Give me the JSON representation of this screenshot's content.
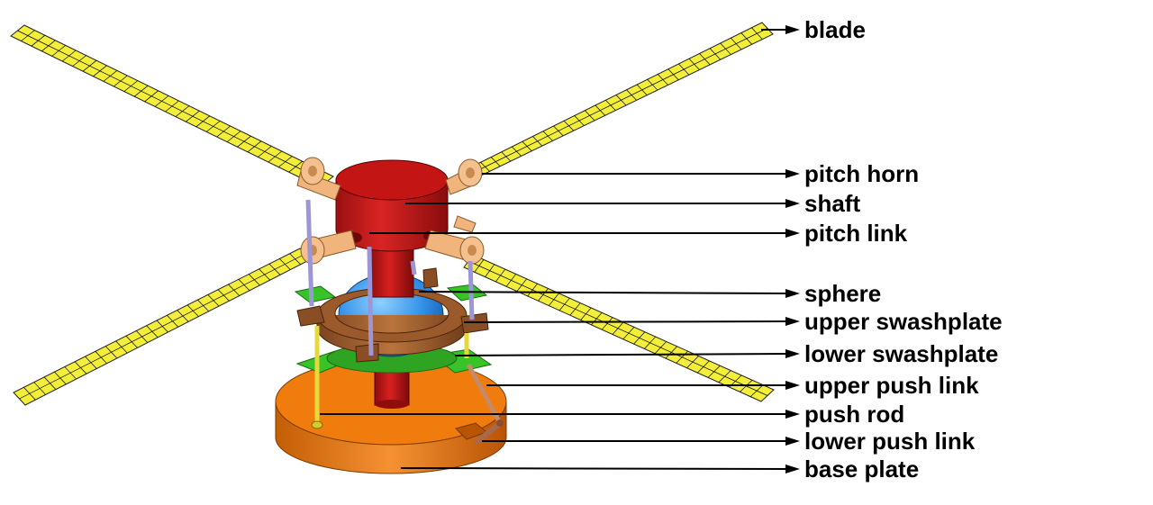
{
  "colors": {
    "blade_fill": "#f2ee3a",
    "blade_grid": "#1a1a00",
    "shaft_red": "#c41515",
    "shaft_red_dark": "#8f0d0d",
    "horn_tan": "#f0b47c",
    "sphere_blue": "#2f8fe6",
    "swashplate_brown": "#9a5a2c",
    "lower_swash_green": "#38c428",
    "base_orange": "#f07c0e",
    "base_orange_dark": "#c45e06",
    "link_lavender": "#9c96d6",
    "push_rod_yellow": "#e8d93a"
  },
  "labels": {
    "blade": "blade",
    "pitch_horn": "pitch horn",
    "shaft": "shaft",
    "pitch_link": "pitch link",
    "sphere": "sphere",
    "upper_swashplate": "upper swashplate",
    "lower_swashplate": "lower swashplate",
    "upper_push_link": "upper push link",
    "push_rod": "push rod",
    "lower_push_link": "lower push link",
    "base_plate": "base plate"
  }
}
